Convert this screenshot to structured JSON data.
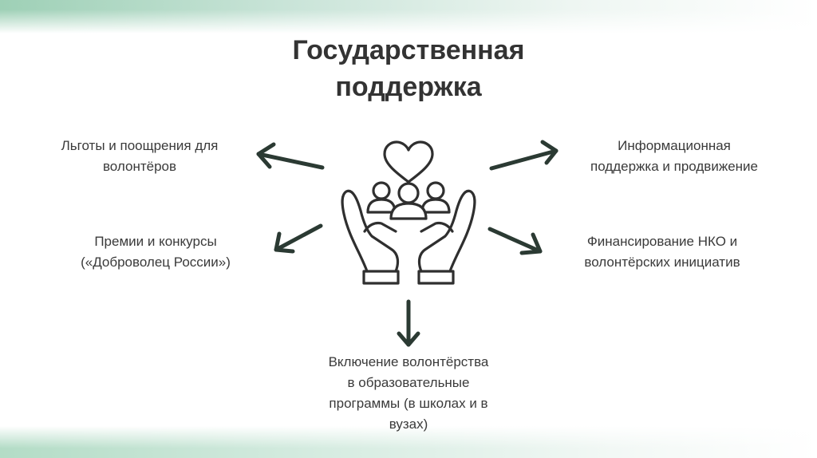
{
  "title": {
    "line1": "Государственная",
    "line2": "поддержка"
  },
  "items": {
    "top_left": [
      "Льготы и поощрения для",
      "волонтёров"
    ],
    "mid_left": [
      "Премии и конкурсы",
      "(«Доброволец России»)"
    ],
    "top_right": [
      "Информационная",
      "поддержка и продвижение"
    ],
    "mid_right": [
      "Финансирование НКО и",
      "волонтёрских инициатив"
    ],
    "bottom": [
      "Включение волонтёрства",
      "в образовательные",
      "программы (в школах и в",
      "вузах)"
    ]
  },
  "icon": "hands-holding-people-heart-icon",
  "colors": {
    "arrow": "#2b3a33",
    "icon_stroke": "#2f2f2f",
    "text": "#3a3a3a",
    "accent_gradient": "#9ed0b6"
  }
}
